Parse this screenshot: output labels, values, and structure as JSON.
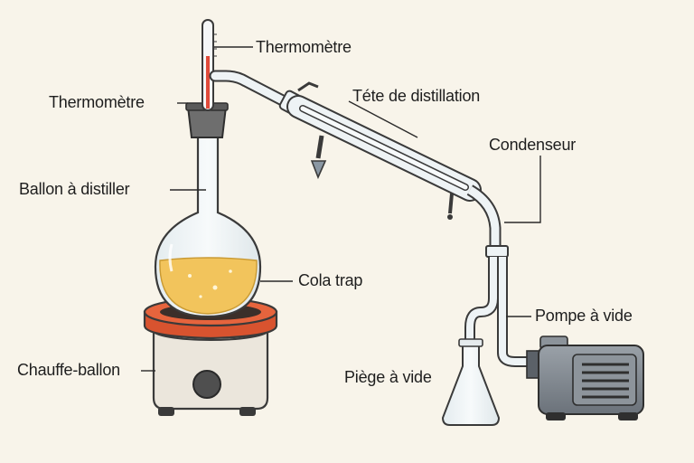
{
  "labels": {
    "thermometer_top": "Thermomètre",
    "thermometer_side": "Thermomètre",
    "distillation_head": "Téte de distillation",
    "condenser": "Condenseur",
    "flask": "Ballon à distiller",
    "cold_trap": "Cola trap",
    "vacuum_pump": "Pompe à vide",
    "heating_mantle": "Chauffe-ballon",
    "vacuum_trap": "Piège à vide"
  },
  "colors": {
    "background": "#f8f4ea",
    "liquid": "#f2c45c",
    "mantle_ring": "#d8532f",
    "mantle_body": "#ebe6dc",
    "pump": "#7f8790",
    "stopper": "#6e6e6e",
    "thermometer_fluid": "#e04a3a"
  },
  "icons": [
    "thermometer-icon",
    "flask-icon",
    "heating-mantle-icon",
    "condenser-icon",
    "vacuum-pump-icon",
    "vacuum-trap-icon"
  ]
}
